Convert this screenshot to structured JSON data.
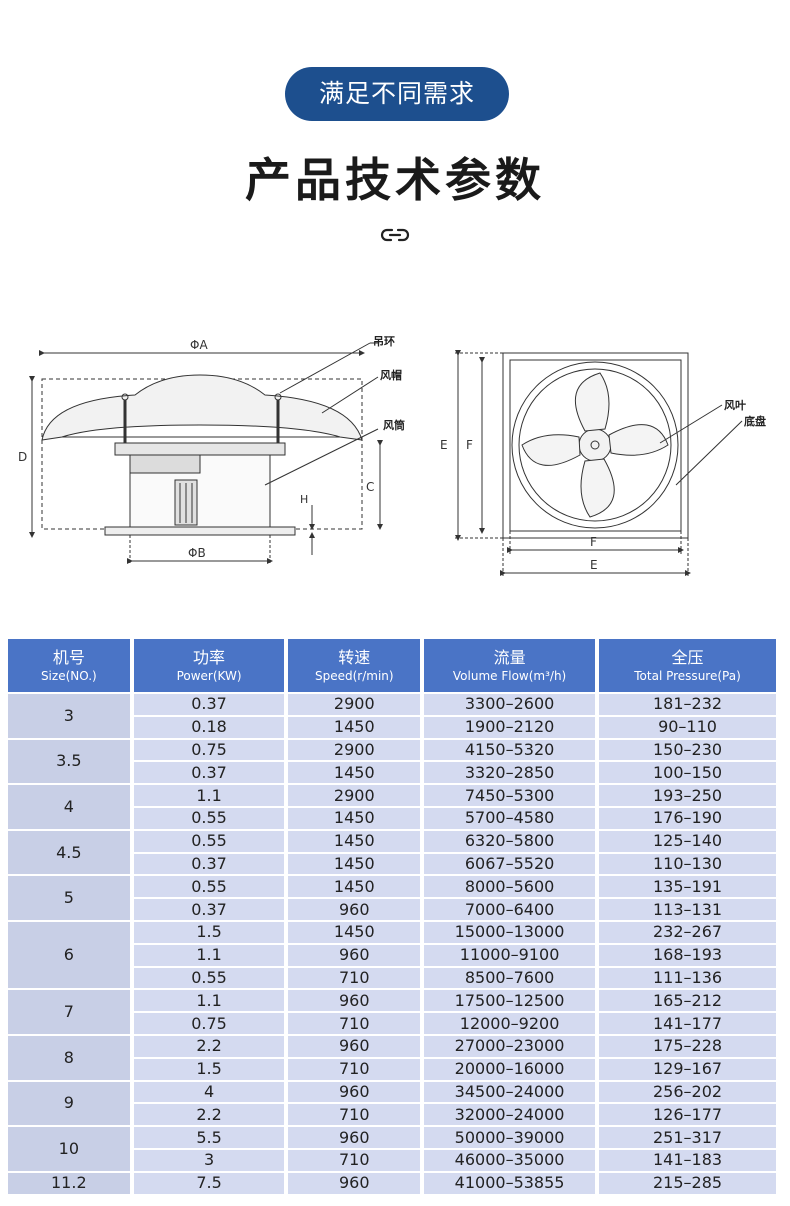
{
  "header": {
    "badge": "满足不同需求",
    "title": "产品技术参数"
  },
  "icons": {
    "link": "link-icon"
  },
  "diagram": {
    "labels": {
      "phiA": "ΦA",
      "phiB": "ΦB",
      "D": "D",
      "C": "C",
      "H": "H",
      "E_side": "E",
      "F_side": "F",
      "F_bottom": "F",
      "E_bottom": "E",
      "hook": "吊环",
      "hood": "风帽",
      "tube": "风筒",
      "blade": "风叶",
      "base": "底盘"
    }
  },
  "table": {
    "headers": [
      {
        "zh": "机号",
        "en": "Size(NO.)"
      },
      {
        "zh": "功率",
        "en": "Power(KW)"
      },
      {
        "zh": "转速",
        "en": "Speed(r/min)"
      },
      {
        "zh": "流量",
        "en": "Volume Flow(m³/h)"
      },
      {
        "zh": "全压",
        "en": "Total Pressure(Pa)"
      }
    ],
    "groups": [
      {
        "size": "3",
        "rows": [
          [
            "0.37",
            "2900",
            "3300–2600",
            "181–232"
          ],
          [
            "0.18",
            "1450",
            "1900–2120",
            "90–110"
          ]
        ]
      },
      {
        "size": "3.5",
        "rows": [
          [
            "0.75",
            "2900",
            "4150–5320",
            "150–230"
          ],
          [
            "0.37",
            "1450",
            "3320–2850",
            "100–150"
          ]
        ]
      },
      {
        "size": "4",
        "rows": [
          [
            "1.1",
            "2900",
            "7450–5300",
            "193–250"
          ],
          [
            "0.55",
            "1450",
            "5700–4580",
            "176–190"
          ]
        ]
      },
      {
        "size": "4.5",
        "rows": [
          [
            "0.55",
            "1450",
            "6320–5800",
            "125–140"
          ],
          [
            "0.37",
            "1450",
            "6067–5520",
            "110–130"
          ]
        ]
      },
      {
        "size": "5",
        "rows": [
          [
            "0.55",
            "1450",
            "8000–5600",
            "135–191"
          ],
          [
            "0.37",
            "960",
            "7000–6400",
            "113–131"
          ]
        ]
      },
      {
        "size": "6",
        "rows": [
          [
            "1.5",
            "1450",
            "15000–13000",
            "232–267"
          ],
          [
            "1.1",
            "960",
            "11000–9100",
            "168–193"
          ],
          [
            "0.55",
            "710",
            "8500–7600",
            "111–136"
          ]
        ]
      },
      {
        "size": "7",
        "rows": [
          [
            "1.1",
            "960",
            "17500–12500",
            "165–212"
          ],
          [
            "0.75",
            "710",
            "12000–9200",
            "141–177"
          ]
        ]
      },
      {
        "size": "8",
        "rows": [
          [
            "2.2",
            "960",
            "27000–23000",
            "175–228"
          ],
          [
            "1.5",
            "710",
            "20000–16000",
            "129–167"
          ]
        ]
      },
      {
        "size": "9",
        "rows": [
          [
            "4",
            "960",
            "34500–24000",
            "256–202"
          ],
          [
            "2.2",
            "710",
            "32000–24000",
            "126–177"
          ]
        ]
      },
      {
        "size": "10",
        "rows": [
          [
            "5.5",
            "960",
            "50000–39000",
            "251–317"
          ],
          [
            "3",
            "710",
            "46000–35000",
            "141–183"
          ]
        ]
      },
      {
        "size": "11.2",
        "rows": [
          [
            "7.5",
            "960",
            "41000–53855",
            "215–285"
          ]
        ]
      }
    ]
  }
}
